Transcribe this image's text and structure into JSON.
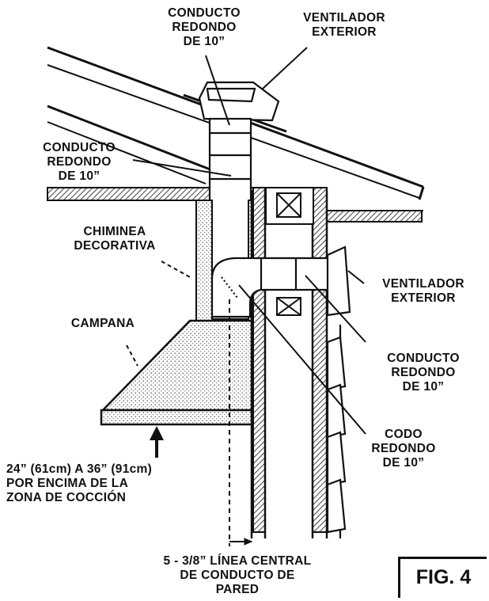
{
  "labels": {
    "roof_duct": "CONDUCTO\nREDONDO\nDE 10”",
    "roof_fan": "VENTILADOR\nEXTERIOR",
    "ceiling_duct": "CONDUCTO\nREDONDO\nDE 10”",
    "chimney": "CHIMINEA\nDECORATIVA",
    "hood": "CAMPANA",
    "wall_fan": "VENTILADOR\nEXTERIOR",
    "wall_duct": "CONDUCTO\nREDONDO\nDE 10”",
    "elbow": "CODO\nREDONDO\nDE 10”",
    "height": "24” (61cm) A 36” (91cm)\nPOR ENCIMA DE LA\nZONA DE COCCIÓN",
    "centerline": "5 - 3/8” LÍNEA CENTRAL\nDE CONDUCTO DE\nPARED"
  },
  "figure_label": "FIG. 4"
}
